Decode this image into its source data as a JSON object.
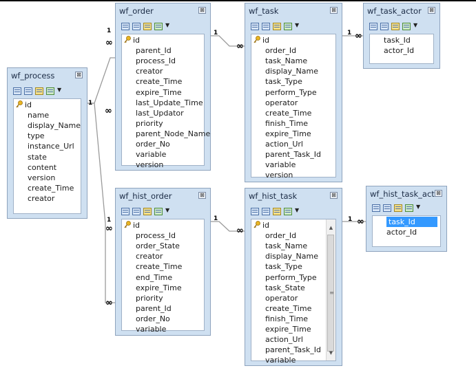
{
  "toolbar_icons": [
    "table-icon",
    "columns-icon",
    "key-icon",
    "add-column-icon",
    "dropdown-arrow-icon"
  ],
  "colors": {
    "panel": "#cfe0f1",
    "border": "#8ea3bd",
    "selection": "#3399ff",
    "connector": "#9a9a9a"
  },
  "relations": {
    "one_label": "1",
    "many_label": "∞"
  },
  "tables": [
    {
      "id": "wf_process",
      "title": "wf_process",
      "close_label": "⊠",
      "columns": [
        {
          "name": "id",
          "pk": true
        },
        {
          "name": "name"
        },
        {
          "name": "display_Name"
        },
        {
          "name": "type"
        },
        {
          "name": "instance_Url"
        },
        {
          "name": "state"
        },
        {
          "name": "content"
        },
        {
          "name": "version"
        },
        {
          "name": "create_Time"
        },
        {
          "name": "creator"
        }
      ]
    },
    {
      "id": "wf_order",
      "title": "wf_order",
      "close_label": "⊠",
      "columns": [
        {
          "name": "id",
          "pk": true
        },
        {
          "name": "parent_Id"
        },
        {
          "name": "process_Id"
        },
        {
          "name": "creator"
        },
        {
          "name": "create_Time"
        },
        {
          "name": "expire_Time"
        },
        {
          "name": "last_Update_Time"
        },
        {
          "name": "last_Updator"
        },
        {
          "name": "priority"
        },
        {
          "name": "parent_Node_Name"
        },
        {
          "name": "order_No"
        },
        {
          "name": "variable"
        },
        {
          "name": "version"
        }
      ]
    },
    {
      "id": "wf_task",
      "title": "wf_task",
      "close_label": "⊠",
      "columns": [
        {
          "name": "id",
          "pk": true
        },
        {
          "name": "order_Id"
        },
        {
          "name": "task_Name"
        },
        {
          "name": "display_Name"
        },
        {
          "name": "task_Type"
        },
        {
          "name": "perform_Type"
        },
        {
          "name": "operator"
        },
        {
          "name": "create_Time"
        },
        {
          "name": "finish_Time"
        },
        {
          "name": "expire_Time"
        },
        {
          "name": "action_Url"
        },
        {
          "name": "parent_Task_Id"
        },
        {
          "name": "variable"
        },
        {
          "name": "version"
        }
      ]
    },
    {
      "id": "wf_task_actor",
      "title": "wf_task_actor",
      "close_label": "⊠",
      "columns": [
        {
          "name": "task_Id"
        },
        {
          "name": "actor_Id"
        }
      ]
    },
    {
      "id": "wf_hist_order",
      "title": "wf_hist_order",
      "close_label": "⊠",
      "columns": [
        {
          "name": "id",
          "pk": true
        },
        {
          "name": "process_Id"
        },
        {
          "name": "order_State"
        },
        {
          "name": "creator"
        },
        {
          "name": "create_Time"
        },
        {
          "name": "end_Time"
        },
        {
          "name": "expire_Time"
        },
        {
          "name": "priority"
        },
        {
          "name": "parent_Id"
        },
        {
          "name": "order_No"
        },
        {
          "name": "variable"
        }
      ]
    },
    {
      "id": "wf_hist_task",
      "title": "wf_hist_task",
      "close_label": "⊠",
      "scroll_arrows": {
        "up": "▲",
        "down": "▼",
        "grip": "≡"
      },
      "columns": [
        {
          "name": "id",
          "pk": true
        },
        {
          "name": "order_Id"
        },
        {
          "name": "task_Name"
        },
        {
          "name": "display_Name"
        },
        {
          "name": "task_Type"
        },
        {
          "name": "perform_Type"
        },
        {
          "name": "task_State"
        },
        {
          "name": "operator"
        },
        {
          "name": "create_Time"
        },
        {
          "name": "finish_Time"
        },
        {
          "name": "expire_Time"
        },
        {
          "name": "action_Url"
        },
        {
          "name": "parent_Task_Id"
        },
        {
          "name": "variable"
        }
      ]
    },
    {
      "id": "wf_hist_task_actor",
      "title": "wf_hist_task_act...",
      "close_label": "⊠",
      "columns": [
        {
          "name": "task_Id",
          "selected": true
        },
        {
          "name": "actor_Id"
        }
      ]
    }
  ]
}
